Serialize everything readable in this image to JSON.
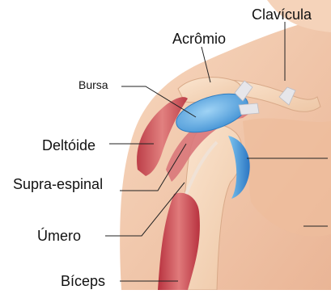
{
  "labels": {
    "clavicula": "Clavícula",
    "acromio": "Acrômio",
    "bursa": "Bursa",
    "deltoide": "Deltóide",
    "supra_espinal": "Supra-espinal",
    "umero": "Úmero",
    "biceps": "Bíceps"
  },
  "colors": {
    "skin": "#f3cdb0",
    "skin_shadow": "#e5ad8c",
    "bone": "#f6dcc3",
    "muscle": "#c9404a",
    "muscle_light": "#e37b7d",
    "bursa": "#5eaee6",
    "cartilage": "#3f8fd6",
    "ligament": "#e3e3e6",
    "leader_line": "#222222"
  }
}
